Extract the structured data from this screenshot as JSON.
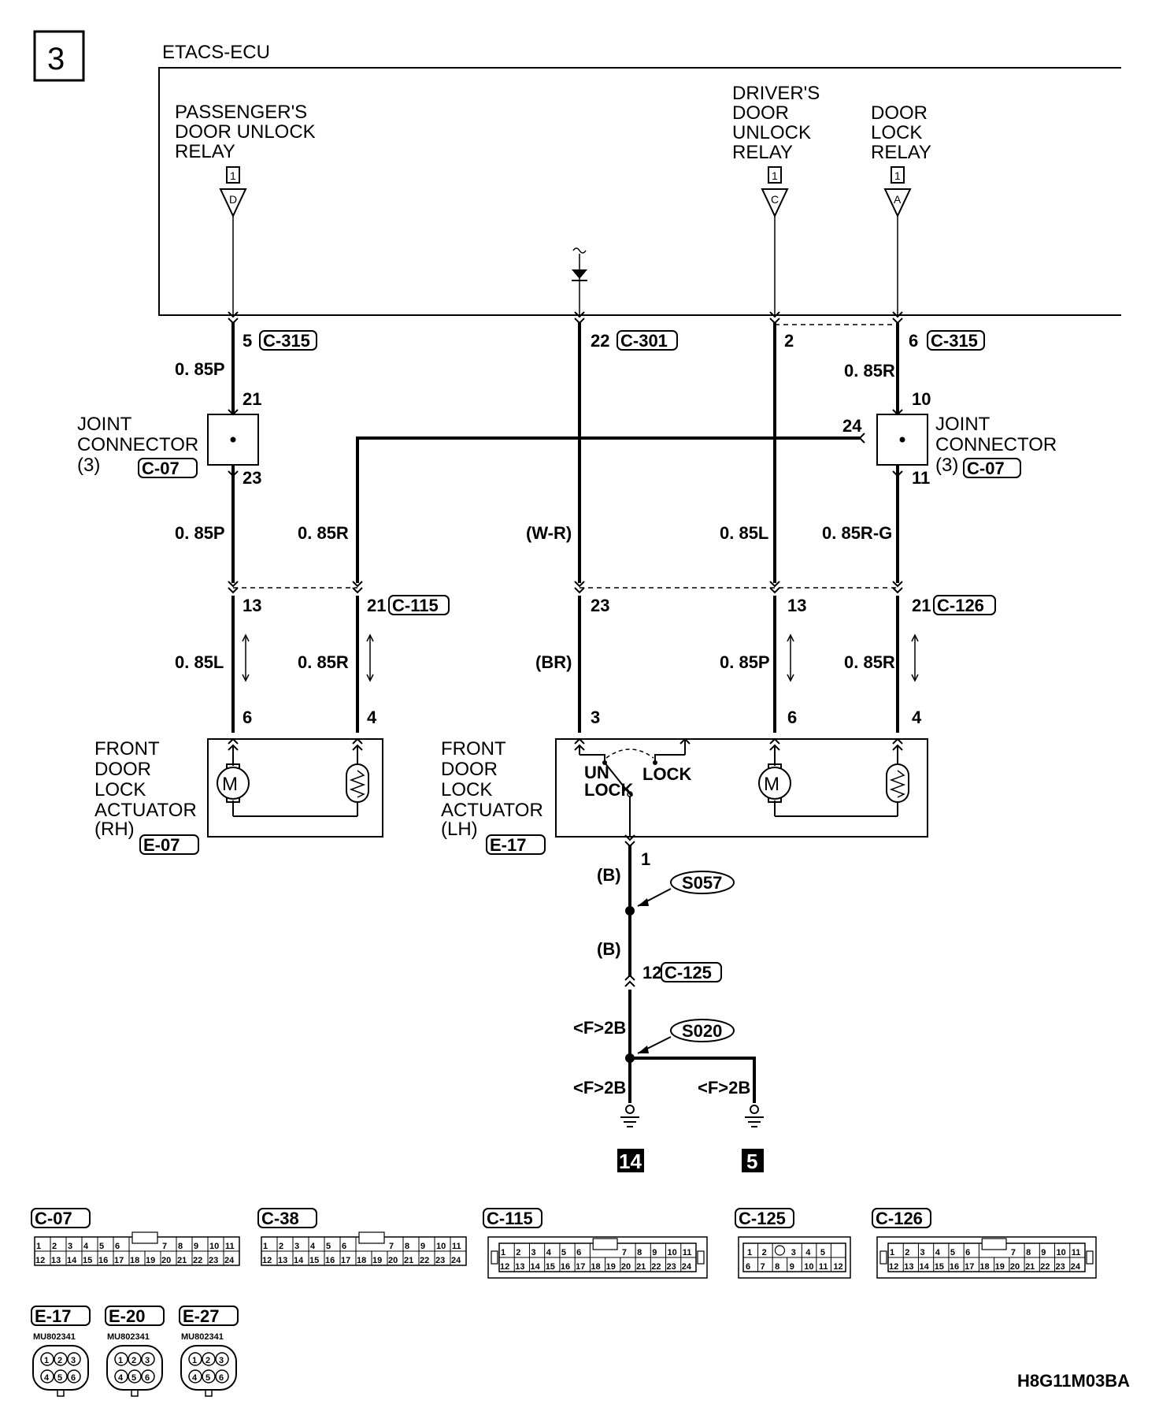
{
  "page_number": "3",
  "ecu": {
    "title": "ETACS-ECU"
  },
  "relays": {
    "passenger": {
      "l1": "PASSENGER'S",
      "l2": "DOOR UNLOCK",
      "l3": "RELAY",
      "box": "1",
      "tri": "D"
    },
    "driver": {
      "l1": "DRIVER'S",
      "l2": "DOOR",
      "l3": "UNLOCK",
      "l4": "RELAY",
      "box": "1",
      "tri": "C"
    },
    "lock": {
      "l1": "DOOR",
      "l2": "LOCK",
      "l3": "RELAY",
      "box": "1",
      "tri": "A"
    }
  },
  "pins": {
    "p5": "5",
    "p22": "22",
    "p2": "2",
    "p6": "6",
    "p21a": "21",
    "p23a": "23",
    "p10": "10",
    "p24": "24",
    "p11": "11",
    "p13a": "13",
    "p21b": "21",
    "p23b": "23",
    "p13b": "13",
    "p21c": "21",
    "p6a": "6",
    "p4a": "4",
    "p3": "3",
    "p6b": "6",
    "p4b": "4",
    "p1": "1",
    "p12": "12"
  },
  "connectors": {
    "c315a": "C-315",
    "c301": "C-301",
    "c315b": "C-315",
    "c07a": "C-07",
    "c07b": "C-07",
    "c115": "C-115",
    "c126": "C-126",
    "e07": "E-07",
    "e17": "E-17",
    "c125": "C-125"
  },
  "wires": {
    "w1": "0. 85P",
    "w2": "0. 85R",
    "w3": "0. 85P",
    "w4": "0. 85R",
    "w5": "(W-R)",
    "w6": "0. 85L",
    "w7": "0. 85R-G",
    "w8": "0. 85L",
    "w9": "0. 85R",
    "w10": "(BR)",
    "w11": "0. 85P",
    "w12": "0. 85R",
    "w13": "(B)",
    "w14": "(B)",
    "w15": "<F>2B",
    "w16": "<F>2B",
    "w17": "<F>2B"
  },
  "joints": {
    "left": {
      "l1": "JOINT",
      "l2": "CONNECTOR",
      "l3": "(3)"
    },
    "right": {
      "l1": "JOINT",
      "l2": "CONNECTOR",
      "l3": "(3)"
    }
  },
  "actuators": {
    "rh": {
      "l1": "FRONT",
      "l2": "DOOR",
      "l3": "LOCK",
      "l4": "ACTUATOR",
      "l5": "(RH)"
    },
    "lh": {
      "l1": "FRONT",
      "l2": "DOOR",
      "l3": "LOCK",
      "l4": "ACTUATOR",
      "l5": "(LH)"
    },
    "switch_unlock_1": "UN",
    "switch_unlock_2": "LOCK",
    "switch_lock": "LOCK",
    "motor_symbol": "M"
  },
  "splices": {
    "s057": "S057",
    "s020": "S020"
  },
  "grounds": {
    "g14": "14",
    "g5": "5"
  },
  "legend": {
    "c07": "C-07",
    "c38": "C-38",
    "c115": "C-115",
    "c125": "C-125",
    "c126": "C-126",
    "e17": "E-17",
    "e20": "E-20",
    "e27": "E-27",
    "part_no": "MU802341",
    "pins24_top": [
      "1",
      "2",
      "3",
      "4",
      "5",
      "6",
      "7",
      "8",
      "9",
      "10",
      "11"
    ],
    "pins24_bot": [
      "12",
      "13",
      "14",
      "15",
      "16",
      "17",
      "18",
      "19",
      "20",
      "21",
      "22",
      "23",
      "24"
    ],
    "pins12_top": [
      "1",
      "2",
      "3",
      "4",
      "5"
    ],
    "pins12_bot": [
      "6",
      "7",
      "8",
      "9",
      "10",
      "11",
      "12"
    ],
    "pins6_top": [
      "1",
      "2",
      "3"
    ],
    "pins6_bot": [
      "4",
      "5",
      "6"
    ]
  },
  "figure_code": "H8G11M03BA"
}
